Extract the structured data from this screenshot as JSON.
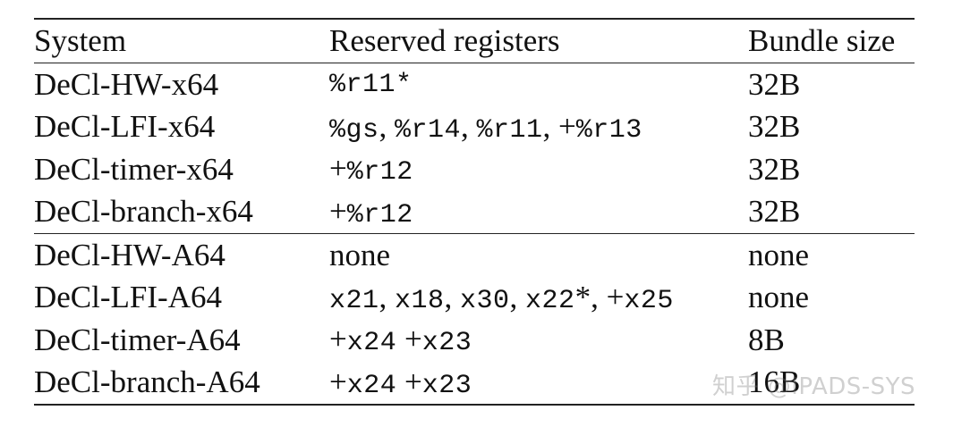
{
  "table": {
    "headers": {
      "system": "System",
      "registers": "Reserved registers",
      "bundle": "Bundle size"
    },
    "x64_rows": [
      {
        "system": "DeCl-HW-x64",
        "registers": [
          {
            "t": "mono",
            "v": "%r11*"
          }
        ],
        "bundle": "32B"
      },
      {
        "system": "DeCl-LFI-x64",
        "registers": [
          {
            "t": "mono",
            "v": "%gs"
          },
          {
            "t": "serif",
            "v": ", "
          },
          {
            "t": "mono",
            "v": "%r14"
          },
          {
            "t": "serif",
            "v": ", "
          },
          {
            "t": "mono",
            "v": "%r11"
          },
          {
            "t": "serif",
            "v": ", +"
          },
          {
            "t": "mono",
            "v": "%r13"
          }
        ],
        "bundle": "32B"
      },
      {
        "system": "DeCl-timer-x64",
        "registers": [
          {
            "t": "serif",
            "v": "+"
          },
          {
            "t": "mono",
            "v": "%r12"
          }
        ],
        "bundle": "32B"
      },
      {
        "system": "DeCl-branch-x64",
        "registers": [
          {
            "t": "serif",
            "v": "+"
          },
          {
            "t": "mono",
            "v": "%r12"
          }
        ],
        "bundle": "32B"
      }
    ],
    "a64_rows": [
      {
        "system": "DeCl-HW-A64",
        "registers": [
          {
            "t": "serif",
            "v": "none"
          }
        ],
        "bundle": "none"
      },
      {
        "system": "DeCl-LFI-A64",
        "registers": [
          {
            "t": "mono",
            "v": "x21"
          },
          {
            "t": "serif",
            "v": ", "
          },
          {
            "t": "mono",
            "v": "x18"
          },
          {
            "t": "serif",
            "v": ", "
          },
          {
            "t": "mono",
            "v": "x30"
          },
          {
            "t": "serif",
            "v": ", "
          },
          {
            "t": "mono",
            "v": "x22"
          },
          {
            "t": "serif",
            "v": "*, +"
          },
          {
            "t": "mono",
            "v": "x25"
          }
        ],
        "bundle": "none"
      },
      {
        "system": "DeCl-timer-A64",
        "registers": [
          {
            "t": "serif",
            "v": "+"
          },
          {
            "t": "mono",
            "v": "x24"
          },
          {
            "t": "serif",
            "v": " +"
          },
          {
            "t": "mono",
            "v": "x23"
          }
        ],
        "bundle": "8B"
      },
      {
        "system": "DeCl-branch-A64",
        "registers": [
          {
            "t": "serif",
            "v": "+"
          },
          {
            "t": "mono",
            "v": "x24"
          },
          {
            "t": "serif",
            "v": " +"
          },
          {
            "t": "mono",
            "v": "x23"
          }
        ],
        "bundle": "16B"
      }
    ]
  },
  "watermark": "知乎 @IPADS-SYS"
}
